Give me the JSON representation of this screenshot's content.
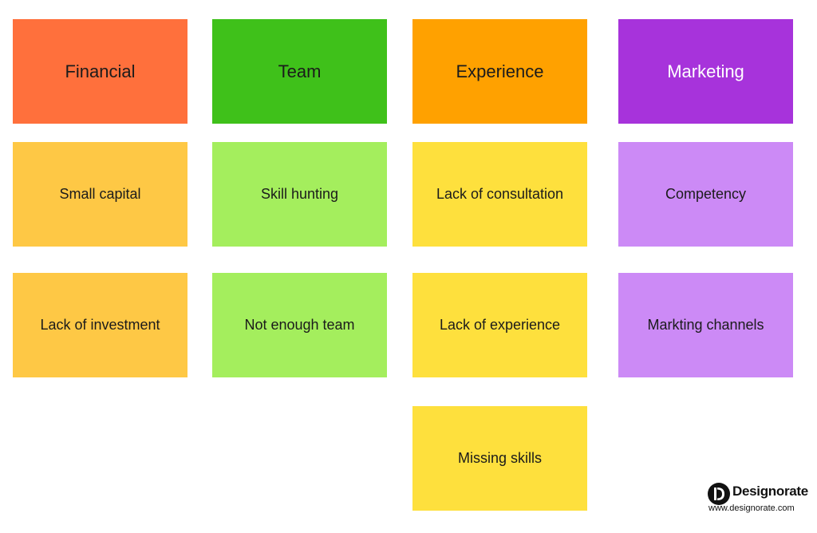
{
  "columns": [
    {
      "header": "Financial",
      "header_color": "#FF703C",
      "header_text_color": "#1b1b1b",
      "item_color": "#FEC845",
      "items": [
        "Small capital",
        "Lack of investment"
      ]
    },
    {
      "header": "Team",
      "header_color": "#3FC11A",
      "header_text_color": "#1b1b1b",
      "item_color": "#A4EE5D",
      "items": [
        "Skill hunting",
        "Not enough team"
      ]
    },
    {
      "header": "Experience",
      "header_color": "#FFA100",
      "header_text_color": "#1b1b1b",
      "item_color": "#FEE03D",
      "items": [
        "Lack of consultation",
        "Lack of experience",
        "Missing skills"
      ]
    },
    {
      "header": "Marketing",
      "header_color": "#A733DB",
      "header_text_color": "#ffffff",
      "item_color": "#CC8AF6",
      "items": [
        "Competency",
        "Markting channels"
      ]
    }
  ],
  "logo": {
    "name": "Designorate",
    "url": "www.designorate.com",
    "icon": "designorate-d-logo-icon"
  }
}
